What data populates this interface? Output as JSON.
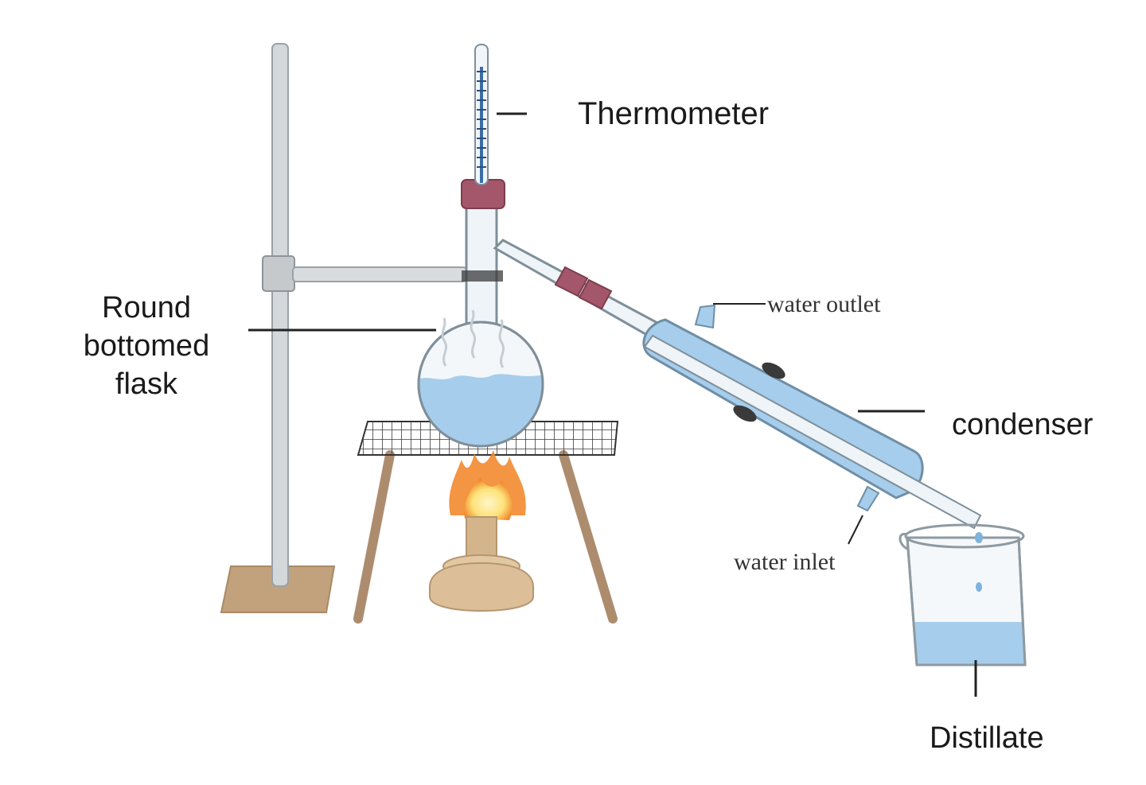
{
  "labels": {
    "thermometer": "Thermometer",
    "flask_line1": "Round",
    "flask_line2": "bottomed",
    "flask_line3": "flask",
    "water_outlet": "water outlet",
    "condenser": "condenser",
    "water_inlet": "water inlet",
    "distillate": "Distillate"
  },
  "colors": {
    "liquid": "#a6cdeb",
    "glass_outline": "#7f8f99",
    "stopper": "#a4566a",
    "stand_metal": "#cfd3d6",
    "stand_base": "#c2a27c",
    "tripod_leg": "#ad8c6e",
    "burner": "#dcbf98",
    "flame_outer": "#f28a2e",
    "flame_inner": "#fde27a",
    "leader_line": "#222222"
  }
}
